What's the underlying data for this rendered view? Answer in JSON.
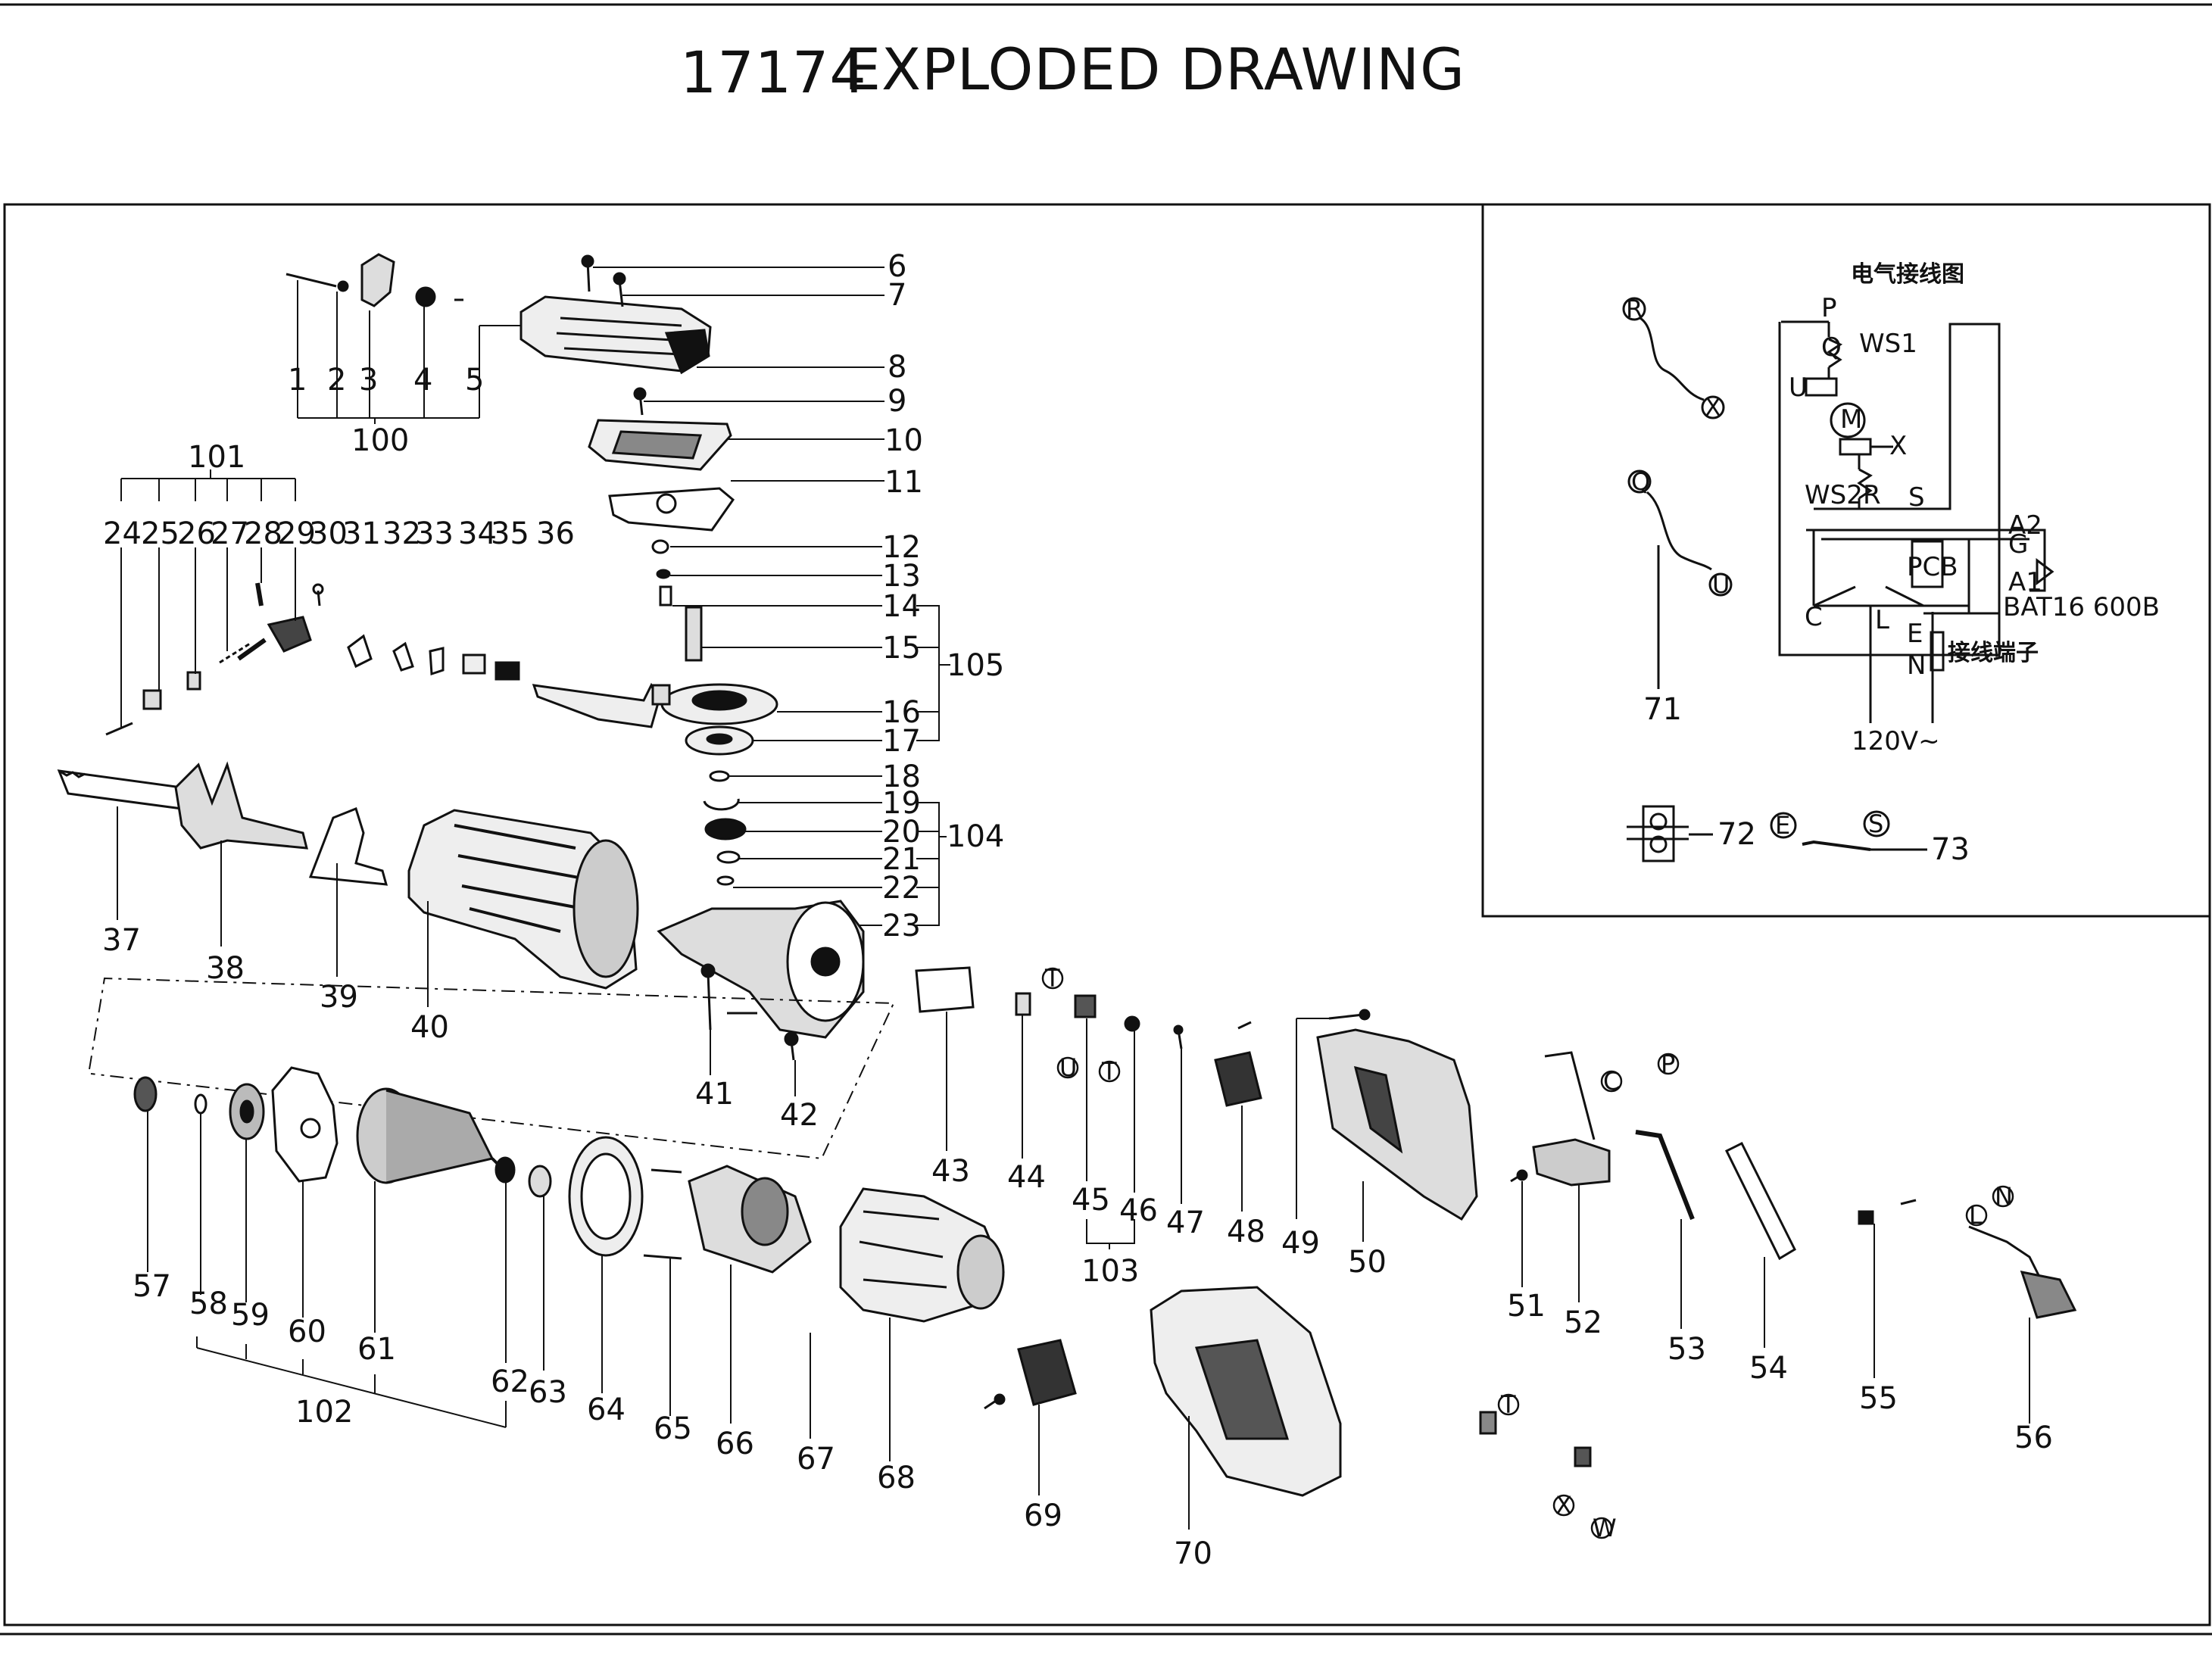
{
  "page": {
    "title_number": "17174",
    "title_text": "EXPLODED DRAWING"
  },
  "parts": {
    "p1": "1",
    "p2": "2",
    "p3": "3",
    "p4": "4",
    "p5": "5",
    "p6": "6",
    "p7": "7",
    "p8": "8",
    "p9": "9",
    "p10": "10",
    "p11": "11",
    "p12": "12",
    "p13": "13",
    "p14": "14",
    "p15": "15",
    "p16": "16",
    "p17": "17",
    "p18": "18",
    "p19": "19",
    "p20": "20",
    "p21": "21",
    "p22": "22",
    "p23": "23",
    "p24": "24",
    "p25": "25",
    "p26": "26",
    "p27": "27",
    "p28": "28",
    "p29": "29",
    "p30": "30",
    "p31": "31",
    "p32": "32",
    "p33": "33",
    "p34": "34",
    "p35": "35",
    "p36": "36",
    "p37": "37",
    "p38": "38",
    "p39": "39",
    "p40": "40",
    "p41": "41",
    "p42": "42",
    "p43": "43",
    "p44": "44",
    "p45": "45",
    "p46": "46",
    "p47": "47",
    "p48": "48",
    "p49": "49",
    "p50": "50",
    "p51": "51",
    "p52": "52",
    "p53": "53",
    "p54": "54",
    "p55": "55",
    "p56": "56",
    "p57": "57",
    "p58": "58",
    "p59": "59",
    "p60": "60",
    "p61": "61",
    "p62": "62",
    "p63": "63",
    "p64": "64",
    "p65": "65",
    "p66": "66",
    "p67": "67",
    "p68": "68",
    "p69": "69",
    "p70": "70",
    "p71": "71",
    "p72": "72",
    "p73": "73"
  },
  "groups": {
    "g100": "100",
    "g101": "101",
    "g102": "102",
    "g103": "103",
    "g104": "104",
    "g105": "105"
  },
  "wiring": {
    "title": "电气接线图",
    "P": "P",
    "Q": "Q",
    "WS1": "WS1",
    "U": "U",
    "M": "M",
    "X": "X",
    "WS2": "WS2",
    "R": "R",
    "S": "S",
    "A2": "A2",
    "G": "G",
    "A1": "A1",
    "PCB": "PCB",
    "C": "C",
    "L": "L",
    "E": "E",
    "N": "N",
    "bat": "BAT16 600B",
    "terminal": "接线端子",
    "voltage": "120V~"
  },
  "markers": {
    "R": "R",
    "X": "X",
    "Q": "Q",
    "U": "U",
    "E": "E",
    "S": "S",
    "T": "T",
    "P": "P",
    "C": "C",
    "L": "L",
    "N": "N",
    "W": "W"
  }
}
